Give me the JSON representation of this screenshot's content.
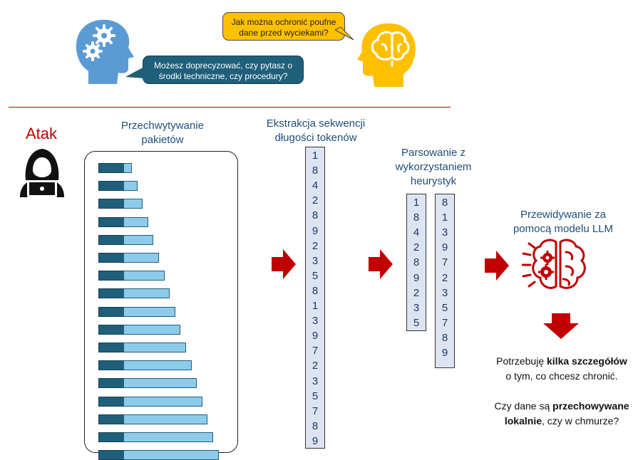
{
  "bubbles": {
    "user_question": "Jak można ochronić poufne dane przed wyciekami?",
    "assistant_reply": "Możesz doprecyzować, czy pytasz o środki techniczne, czy procedury?"
  },
  "attack": {
    "label": "Atak"
  },
  "steps": {
    "capture": "Przechwytywanie pakietów",
    "extract": "Ekstrakcja sekwencji długości tokenów",
    "parse": "Parsowanie z wykorzystaniem heurystyk",
    "predict": "Przewidywanie za pomocą modelu LLM"
  },
  "sequences": {
    "full": [
      "1",
      "8",
      "4",
      "2",
      "8",
      "9",
      "2",
      "3",
      "5",
      "8",
      "1",
      "3",
      "9",
      "7",
      "2",
      "3",
      "5",
      "7",
      "8",
      "9"
    ],
    "part_a": [
      "1",
      "8",
      "4",
      "2",
      "8",
      "9",
      "2",
      "3",
      "5"
    ],
    "part_b": [
      "8",
      "1",
      "3",
      "9",
      "7",
      "2",
      "3",
      "5",
      "7",
      "8",
      "9"
    ]
  },
  "packets": [
    {
      "level": 1
    },
    {
      "level": 2
    },
    {
      "level": 3
    },
    {
      "level": 4
    },
    {
      "level": 5
    },
    {
      "level": 6
    },
    {
      "level": 7
    },
    {
      "level": 8
    },
    {
      "level": 9
    },
    {
      "level": 10
    },
    {
      "level": 11
    },
    {
      "level": 12
    },
    {
      "level": 13
    },
    {
      "level": 14
    },
    {
      "level": 15
    },
    {
      "level": 16
    },
    {
      "level": 17
    }
  ],
  "answer": {
    "line1_pre": "Potrzebuję ",
    "line1_bold": "kilka szczegółów",
    "line2": "o tym, co chcesz chronić.",
    "line3_pre": "Czy dane są ",
    "line3_bold": "przechowywane",
    "line4_bold": "lokalnie",
    "line4_post": ", czy w chmurze?"
  },
  "colors": {
    "accent_red": "#c00000",
    "heading_blue": "#1f4e79",
    "head_blue": "#5b9bd5",
    "head_yellow": "#ffc000",
    "packet_dark": "#1f5f7a",
    "packet_light": "#8ecbeb"
  },
  "icons": {
    "user_head": "head-gears-icon",
    "assistant_head": "head-brain-icon",
    "hacker": "hacker-laptop-icon",
    "llm": "brain-gears-icon"
  }
}
